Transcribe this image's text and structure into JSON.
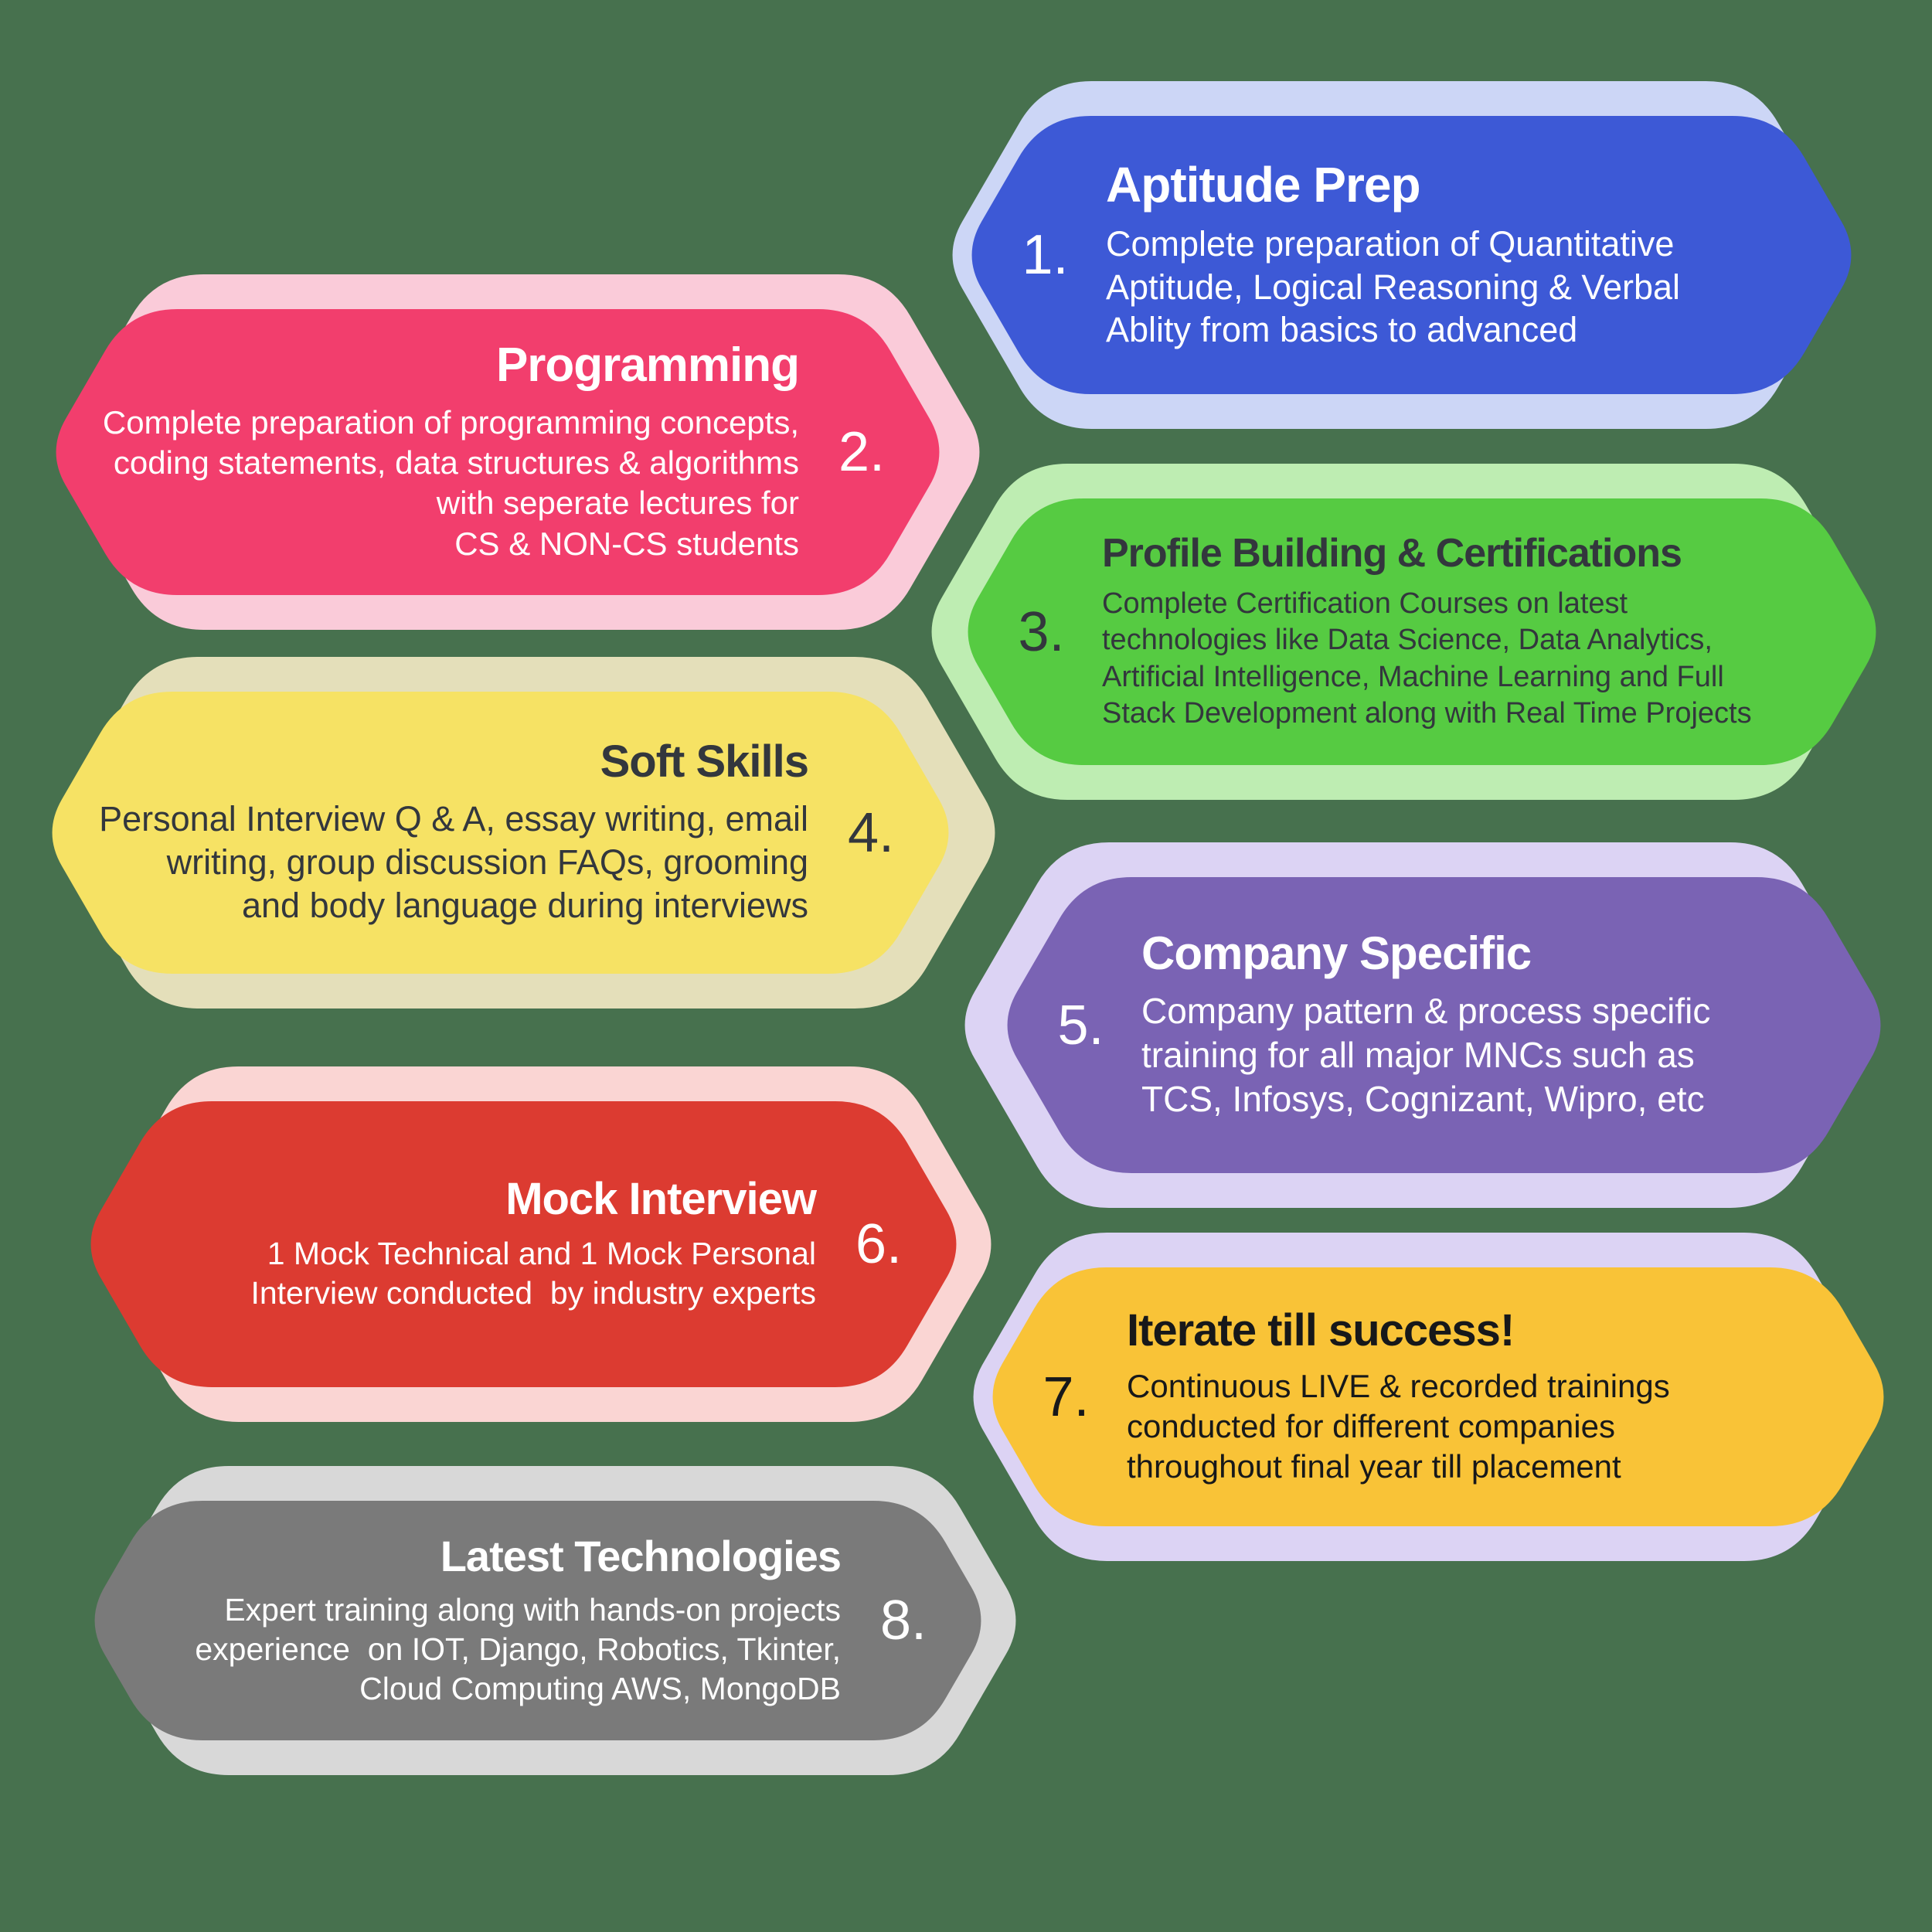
{
  "background_color": "#47714E",
  "steps": [
    {
      "number": "1.",
      "title": "Aptitude Prep",
      "body": "Complete preparation of Quantitative\nAptitude, Logical Reasoning & Verbal\nAblity from basics to advanced",
      "color": "#3D59D6",
      "shadow_color": "#CCD6F6",
      "text_color": "#FFFFFF",
      "side": "right"
    },
    {
      "number": "2.",
      "title": "Programming",
      "body": "Complete preparation of programming concepts,\ncoding statements, data structures & algorithms\nwith seperate lectures for\nCS & NON-CS students",
      "color": "#F23E6D",
      "shadow_color": "#FACBD9",
      "text_color": "#FFFFFF",
      "side": "left"
    },
    {
      "number": "3.",
      "title": "Profile Building & Certifications",
      "body": "Complete Certification Courses on latest\ntechnologies like Data Science, Data Analytics,\nArtificial Intelligence, Machine Learning and Full\nStack Development along with Real Time Projects",
      "color": "#56CB42",
      "shadow_color": "#BEEDB2",
      "text_color": "#33373D",
      "side": "right"
    },
    {
      "number": "4.",
      "title": "Soft Skills",
      "body": "Personal Interview Q & A, essay writing, email\nwriting, group discussion FAQs, grooming\nand body language during interviews",
      "color": "#F6E264",
      "shadow_color": "#E4DFBA",
      "text_color": "#33373D",
      "side": "left"
    },
    {
      "number": "5.",
      "title": "Company Specific",
      "body": "Company pattern & process specific\ntraining for all major MNCs such as\nTCS, Infosys, Cognizant, Wipro, etc",
      "color": "#7A63B4",
      "shadow_color": "#DCD3F4",
      "text_color": "#FFFFFF",
      "side": "right"
    },
    {
      "number": "6.",
      "title": "Mock Interview",
      "body": "1 Mock Technical and 1 Mock Personal\nInterview conducted  by industry experts",
      "color": "#DC3B31",
      "shadow_color": "#FAD5D3",
      "text_color": "#FFFFFF",
      "side": "left"
    },
    {
      "number": "7.",
      "title": "Iterate till success!",
      "body": "Continuous LIVE & recorded trainings\nconducted for different companies\nthroughout final year till placement",
      "color": "#F9C337",
      "shadow_color": "#DCD3F4",
      "text_color": "#17181A",
      "side": "right"
    },
    {
      "number": "8.",
      "title": "Latest Technologies",
      "body": "Expert training along with hands-on projects\nexperience  on IOT, Django, Robotics, Tkinter,\nCloud Computing AWS, MongoDB",
      "color": "#7A7A7A",
      "shadow_color": "#D8D8D8",
      "text_color": "#FFFFFF",
      "side": "left"
    }
  ]
}
